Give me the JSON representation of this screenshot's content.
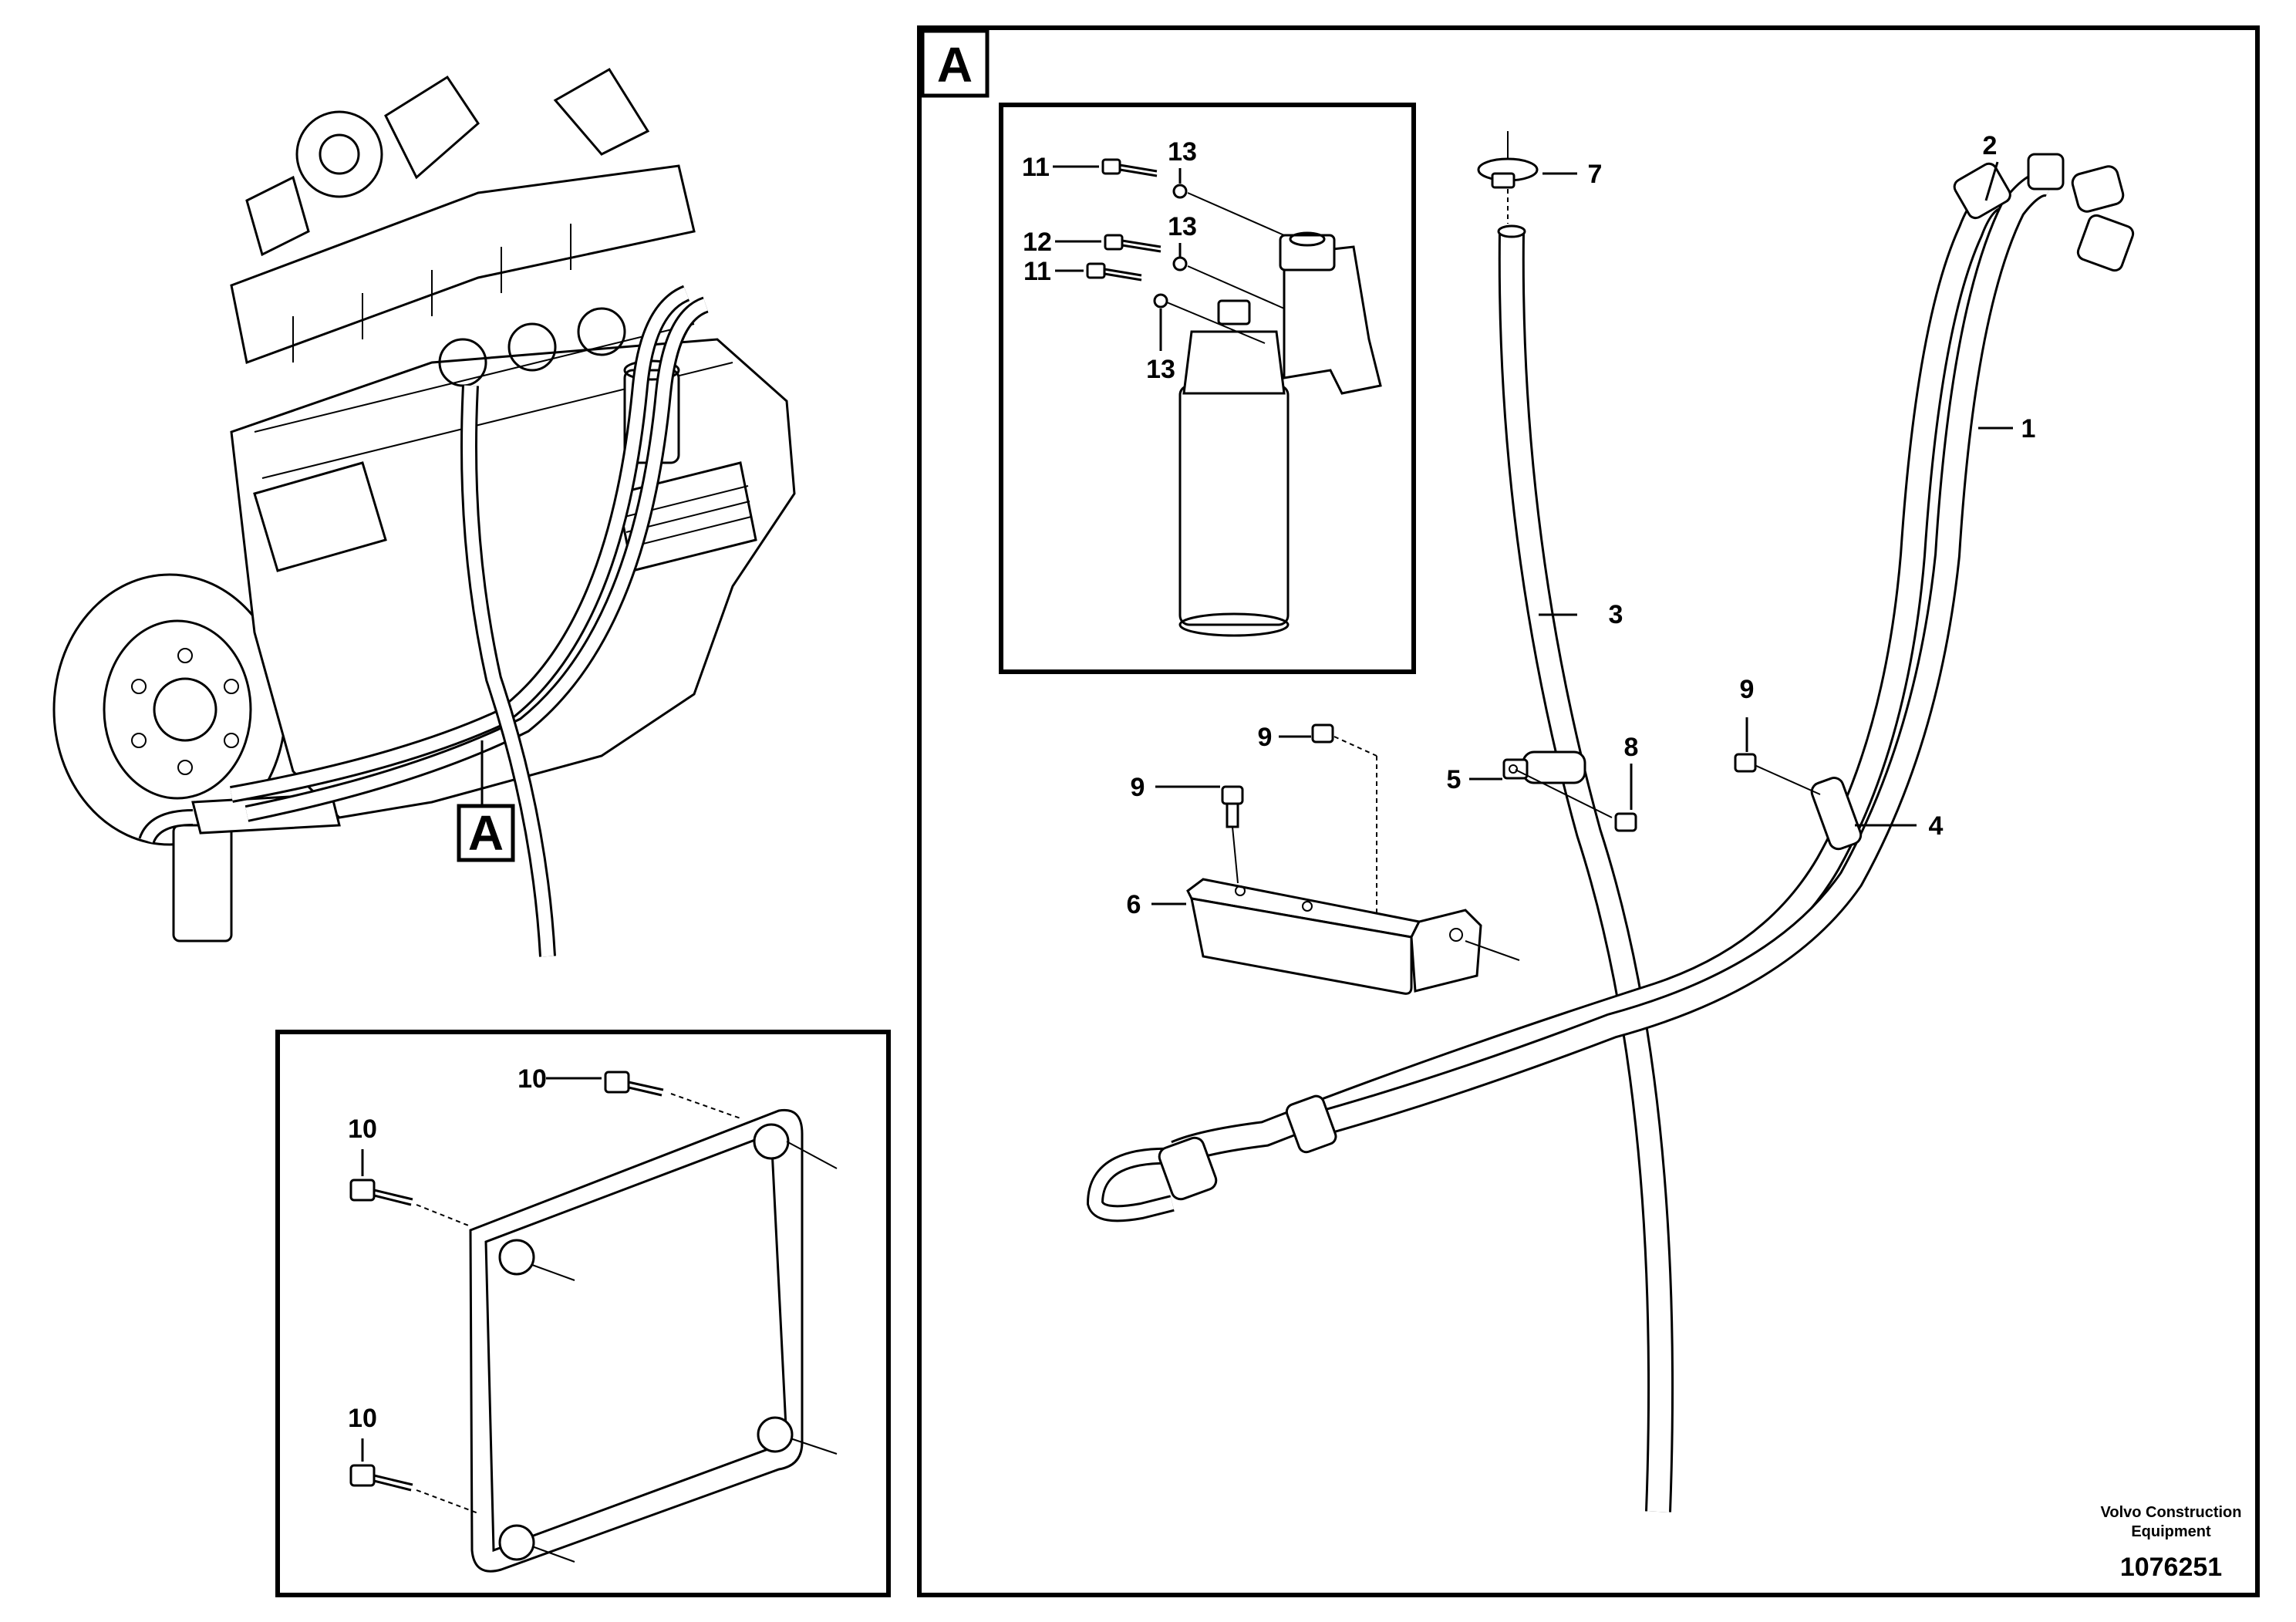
{
  "section_label": "A",
  "callouts": {
    "c1": "1",
    "c2": "2",
    "c3": "3",
    "c4": "4",
    "c5": "5",
    "c6": "6",
    "c7": "7",
    "c8": "8",
    "c9a": "9",
    "c9b": "9",
    "c9c": "9",
    "c10a": "10",
    "c10b": "10",
    "c10c": "10",
    "c11a": "11",
    "c11b": "11",
    "c12": "12",
    "c13a": "13",
    "c13b": "13",
    "c13c": "13"
  },
  "brand_line1": "Volvo Construction",
  "brand_line2": "Equipment",
  "drawing_number": "1076251"
}
